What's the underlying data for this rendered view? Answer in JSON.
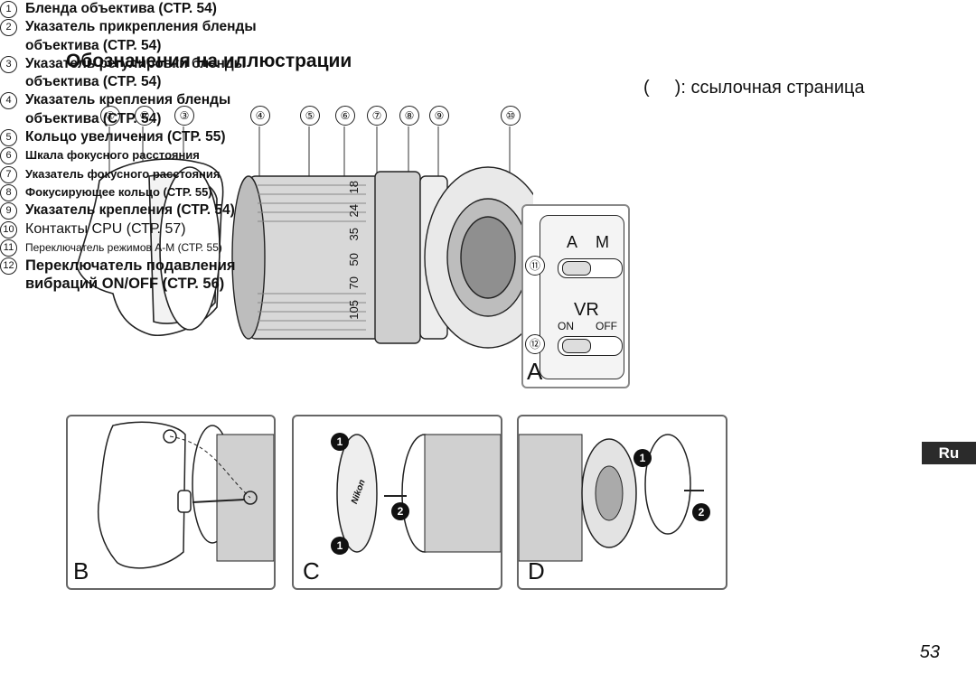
{
  "title": "Обозначения на иллюстрации",
  "ref_note": {
    "open": "(",
    "close": "): ссылочная страница"
  },
  "callouts": [
    "①",
    "②",
    "③",
    "④",
    "⑤",
    "⑥",
    "⑦",
    "⑧",
    "⑨",
    "⑩",
    "⑪",
    "⑫"
  ],
  "legend": [
    {
      "num": "1",
      "text": "Бленда объектива (СТР. 54)"
    },
    {
      "num": "2",
      "text": "Указатель прикрепления бленды объектива (СТР. 54)"
    },
    {
      "num": "3",
      "text": "Указатель регулировки бленды объектива (СТР. 54)"
    },
    {
      "num": "4",
      "text": "Указатель крепления бленды объектива (СТР. 54)"
    },
    {
      "num": "5",
      "text": "Кольцо увеличения (СТР. 55)"
    },
    {
      "num": "6",
      "text": "Шкала фокусного расстояния"
    },
    {
      "num": "7",
      "text": "Указатель фокусного расстояния"
    },
    {
      "num": "8",
      "text": "Фокусирующее кольцо (СТР. 55)"
    },
    {
      "num": "9",
      "text": "Указатель крепления (СТР. 54)"
    },
    {
      "num": "10",
      "text": "Контакты CPU (СТР. 57)"
    },
    {
      "num": "11",
      "text": "Переключатель режимов A-M (СТР. 55)"
    },
    {
      "num": "12",
      "text": "Переключатель подавления вибраций ON/OFF (СТР. 56)"
    }
  ],
  "switch_panel": {
    "a": "A",
    "m": "M",
    "vr": "VR",
    "on": "ON",
    "off": "OFF"
  },
  "lens_scale": [
    "18",
    "24",
    "35",
    "50",
    "70",
    "105"
  ],
  "brand": "Nikon",
  "panel_labels": {
    "a": "A",
    "b": "B",
    "c": "C",
    "d": "D"
  },
  "step_markers": [
    "1",
    "2"
  ],
  "language_badge": "Ru",
  "page_number": "53"
}
